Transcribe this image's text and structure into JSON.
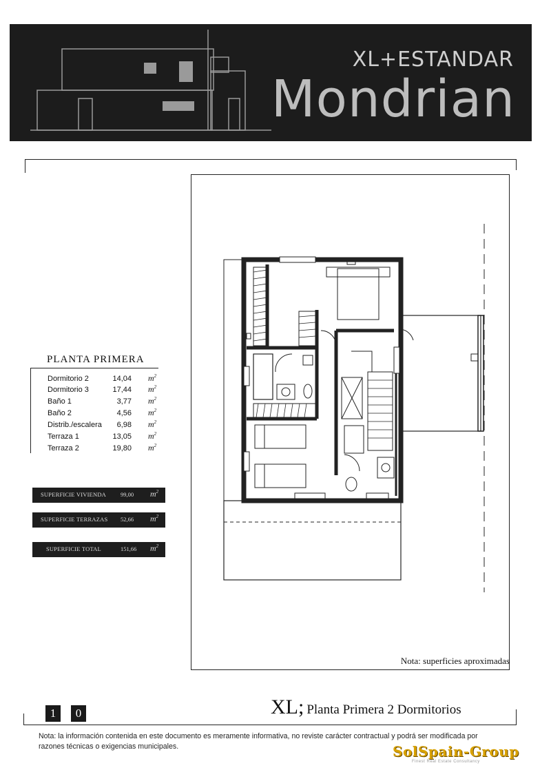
{
  "header": {
    "model_subtitle": "XL+ESTANDAR",
    "model_name": "Mondrian"
  },
  "plan_table": {
    "title": "PLANTA PRIMERA",
    "unit": "m",
    "unit_exp": "2",
    "rooms": [
      {
        "name": "Dormitorio 2",
        "area": "14,04"
      },
      {
        "name": "Dormitorio 3",
        "area": "17,44"
      },
      {
        "name": "Baño 1",
        "area": "3,77"
      },
      {
        "name": "Baño 2",
        "area": "4,56"
      },
      {
        "name": "Distrib./escalera",
        "area": "6,98"
      },
      {
        "name": "Terraza 1",
        "area": "13,05"
      },
      {
        "name": "Terraza 2",
        "area": "19,80"
      }
    ]
  },
  "summary": [
    {
      "label": "SUPERFICIE VIVIENDA",
      "value": "99,00"
    },
    {
      "label": "SUPERFICIE TERRAZAS",
      "value": "52,66"
    },
    {
      "label": "SUPERFICIE TOTAL",
      "value": "151,66"
    }
  ],
  "plan_note": "Nota: superficies aproximadas",
  "footer": {
    "page_digits": [
      "1",
      "0"
    ],
    "xl_label": "XL;",
    "plan_label": "Planta Primera 2 Dormitorios",
    "disclaimer": "Nota: la información contenida en este documento es meramente informativa, no reviste carácter contractual y podrá ser modificada por razones técnicas o exigencias municipales.",
    "brand": "SolSpain-Group",
    "brand_tagline": "Finest Real Estate Consultancy"
  }
}
